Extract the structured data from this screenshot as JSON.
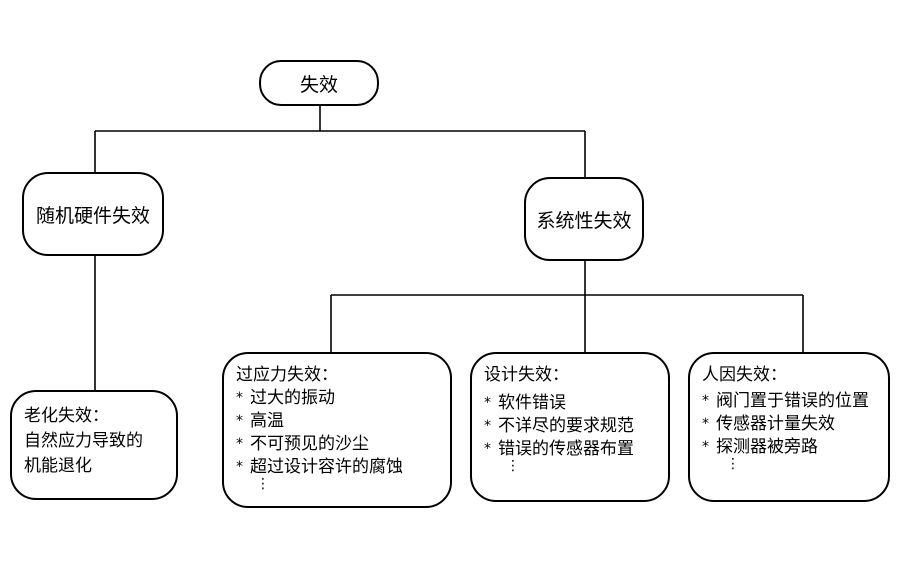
{
  "root": {
    "label": "失效"
  },
  "random_hw": {
    "label": "随机硬件失效"
  },
  "systematic": {
    "label": "系统性失效"
  },
  "aging": {
    "lines": [
      "老化失效：",
      "自然应力导致的",
      "机能退化"
    ]
  },
  "overstress": {
    "title": "过应力失效：",
    "items": [
      "过大的振动",
      "高温",
      "不可预见的沙尘",
      "超过设计容许的腐蚀"
    ],
    "more": "⋮"
  },
  "design": {
    "title": "设计失效：",
    "items": [
      "软件错误",
      "不详尽的要求规范",
      "错误的传感器布置"
    ],
    "more": "⋮"
  },
  "human": {
    "title": "人因失效：",
    "items": [
      "阀门置于错误的位置",
      "传感器计量失效",
      "探测器被旁路"
    ],
    "more": "⋮"
  },
  "bullet": "*"
}
